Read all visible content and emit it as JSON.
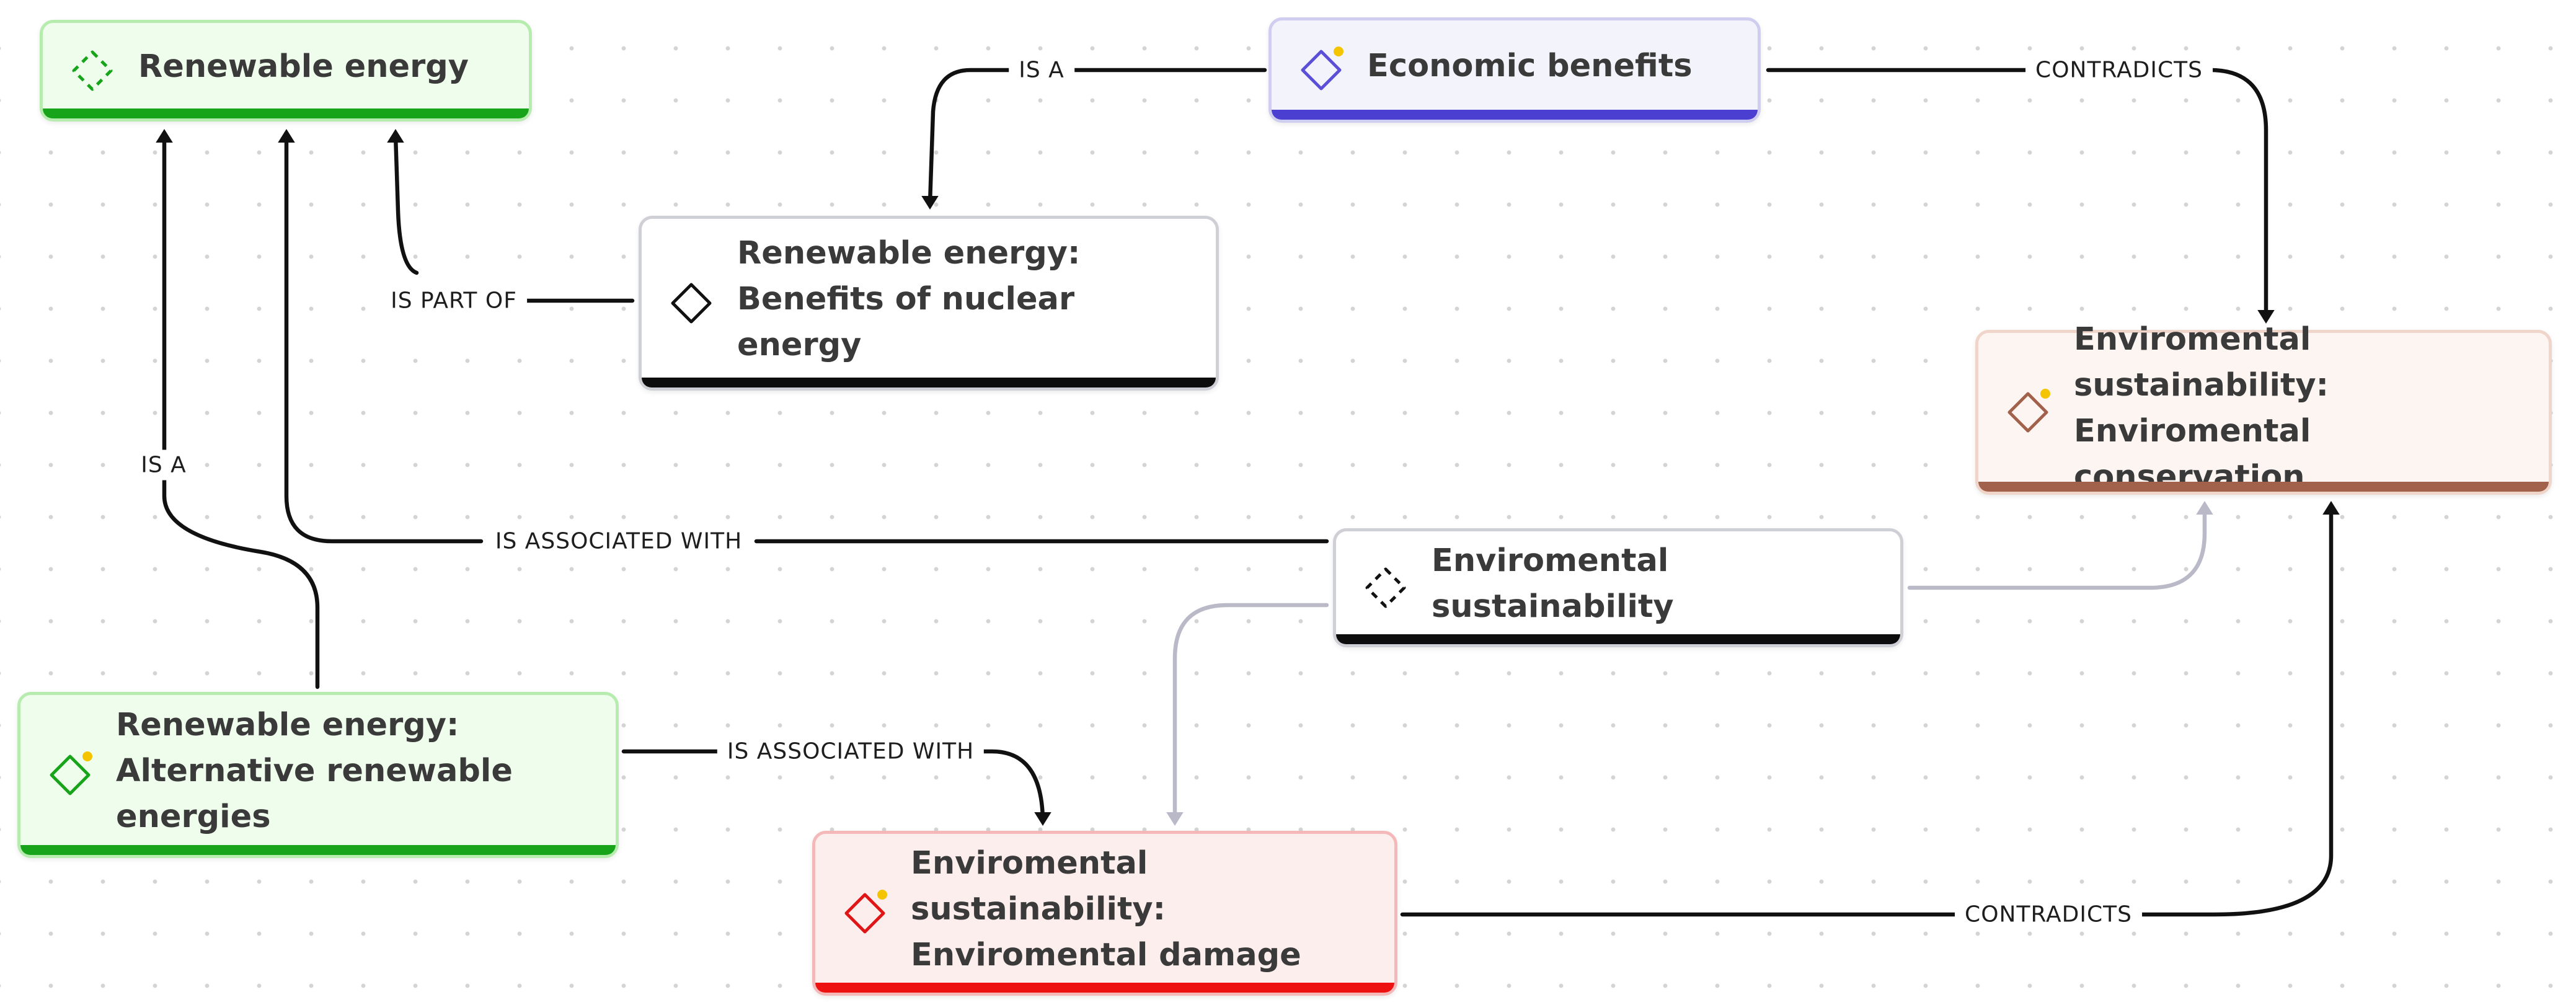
{
  "colors": {
    "edge_primary": "#111111",
    "edge_secondary": "#b9b9c8",
    "badge_dot": "#f5c400"
  },
  "nodes": [
    {
      "id": "renewable-energy",
      "label": "Renewable energy",
      "icon": "dashed-diamond-icon",
      "accent": "#17a31a",
      "bg": "#effeec",
      "border": "#b6ecae",
      "iconColor": "#17a31a",
      "badge": false
    },
    {
      "id": "economic-benefits",
      "label": "Economic benefits",
      "icon": "diamond-icon",
      "accent": "#4a3fd0",
      "bg": "#f3f3fb",
      "border": "#cfcdf0",
      "iconColor": "#5b4fd8",
      "badge": true
    },
    {
      "id": "nuclear-benefits",
      "label": "Renewable energy: Benefits of nuclear energy",
      "icon": "diamond-icon",
      "accent": "#0d0d0d",
      "bg": "#ffffff",
      "border": "#cfcfd6",
      "iconColor": "#111111",
      "badge": false
    },
    {
      "id": "env-conservation",
      "label": "Enviromental sustainability: Enviromental conservation",
      "icon": "diamond-icon",
      "accent": "#a2614b",
      "bg": "#fcf5f2",
      "border": "#f0d5cb",
      "iconColor": "#a2614b",
      "badge": true
    },
    {
      "id": "env-sustainability",
      "label": "Enviromental sustainability",
      "icon": "dashed-diamond-icon",
      "accent": "#0d0d0d",
      "bg": "#ffffff",
      "border": "#cfcfd6",
      "iconColor": "#111111",
      "badge": false
    },
    {
      "id": "alt-renewables",
      "label": "Renewable energy: Alternative renewable energies",
      "icon": "diamond-icon",
      "accent": "#17a31a",
      "bg": "#effeec",
      "border": "#b6ecae",
      "iconColor": "#17a31a",
      "badge": true
    },
    {
      "id": "env-damage",
      "label": "Enviromental sustainability: Enviromental damage",
      "icon": "diamond-icon",
      "accent": "#ee1111",
      "bg": "#fdeeee",
      "border": "#f5b8b8",
      "iconColor": "#e01515",
      "badge": true
    }
  ],
  "edges": [
    {
      "id": "econ-isa-nuclear",
      "from": "economic-benefits",
      "to": "nuclear-benefits",
      "label": "IS A",
      "style": "primary"
    },
    {
      "id": "econ-contradicts-conservation",
      "from": "economic-benefits",
      "to": "env-conservation",
      "label": "CONTRADICTS",
      "style": "primary"
    },
    {
      "id": "nuclear-partof-renewable",
      "from": "nuclear-benefits",
      "to": "renewable-energy",
      "label": "IS PART OF",
      "style": "primary"
    },
    {
      "id": "alt-isa-renewable",
      "from": "alt-renewables",
      "to": "renewable-energy",
      "label": "IS A",
      "style": "primary"
    },
    {
      "id": "env-associated-renewable",
      "from": "env-sustainability",
      "to": "renewable-energy",
      "label": "IS ASSOCIATED WITH",
      "style": "primary"
    },
    {
      "id": "alt-associated-damage",
      "from": "alt-renewables",
      "to": "env-damage",
      "label": "IS ASSOCIATED WITH",
      "style": "primary"
    },
    {
      "id": "damage-contradicts-conservation",
      "from": "env-damage",
      "to": "env-conservation",
      "label": "CONTRADICTS",
      "style": "primary"
    },
    {
      "id": "env-to-conservation",
      "from": "env-sustainability",
      "to": "env-conservation",
      "label": "",
      "style": "secondary"
    },
    {
      "id": "env-to-damage",
      "from": "env-sustainability",
      "to": "env-damage",
      "label": "",
      "style": "secondary"
    }
  ]
}
